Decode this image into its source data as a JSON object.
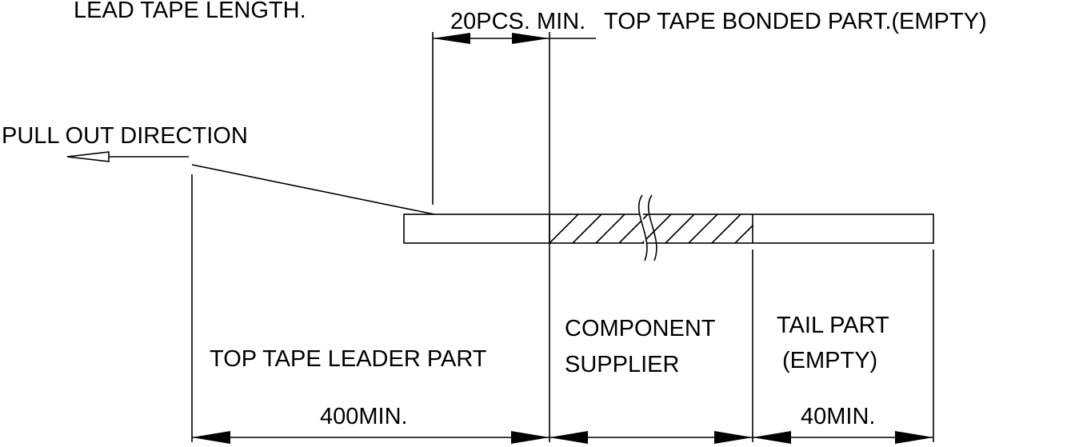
{
  "labels": {
    "heading_partial": "LEAD TAPE LENGTH.",
    "min_pcs_prefix": "20PCS. MIN.",
    "min_pcs_suffix": "TOP TAPE BONDED PART.(EMPTY)",
    "pull_out": "PULL OUT DIRECTION",
    "leader_part": "TOP TAPE LEADER PART",
    "component_line1": "COMPONENT",
    "component_line2": "SUPPLIER",
    "tail_line1": "TAIL PART",
    "tail_line2": "(EMPTY)",
    "dim_leader": "400MIN.",
    "dim_tail": "40MIN."
  },
  "colors": {
    "ink": "#000000",
    "background": "#ffffff"
  }
}
